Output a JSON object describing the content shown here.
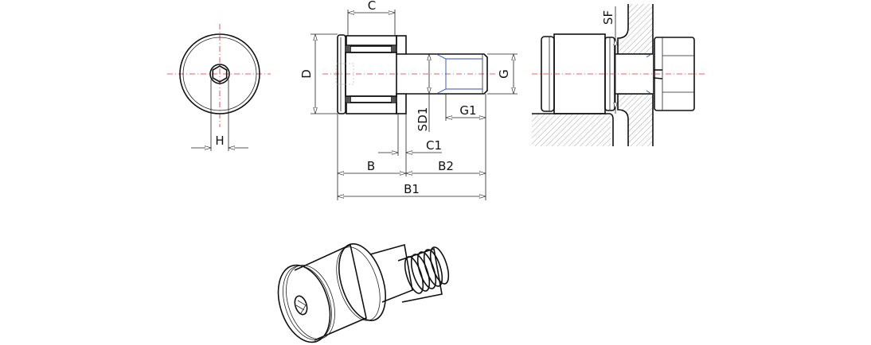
{
  "labels": {
    "D": "D",
    "C": "C",
    "G": "G",
    "SD1": "SD1",
    "G1": "G1",
    "C1": "C1",
    "B": "B",
    "B2": "B2",
    "B1": "B1",
    "H": "H",
    "SF": "SF"
  },
  "colors": {
    "centerline": "#e0303a",
    "thread": "#2d4fb0",
    "line": "#111111"
  }
}
